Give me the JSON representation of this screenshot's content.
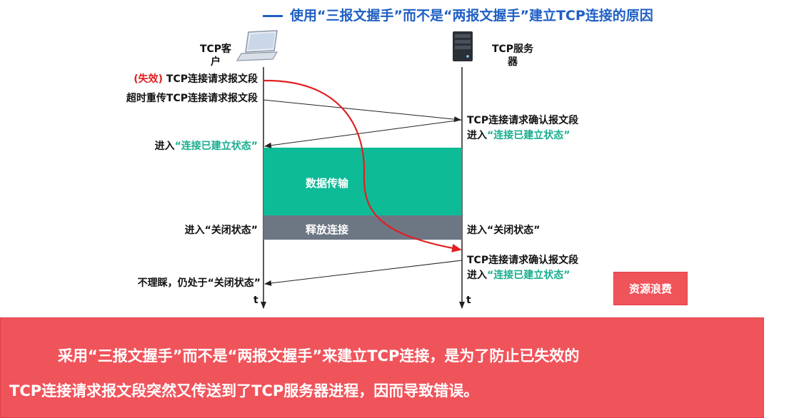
{
  "title": "使用“三报文握手”而不是“两报文握手”建立TCP连接的原因",
  "client": {
    "name_line1": "TCP客",
    "name_line2": "户",
    "icon": "laptop-icon"
  },
  "server": {
    "name_line1": "TCP服务",
    "name_line2": "器",
    "icon": "server-icon"
  },
  "client_labels": {
    "invalid_prefix": "(失效)",
    "request1": " TCP连接请求报文段",
    "request2": "超时重传TCP连接请求报文段",
    "enter_prefix": "进入",
    "established_state": "“连接已建立状态”",
    "closed_enter": "进入“关闭状态”",
    "ignore": "不理睬，仍处于“关闭状态”",
    "time_axis": "t"
  },
  "server_labels": {
    "confirm1": "TCP连接请求确认报文段",
    "enter_prefix1": "进入",
    "established1": "“连接已建立状态”",
    "closed_enter": "进入“关闭状态”",
    "confirm2": "TCP连接请求确认报文段",
    "enter_prefix2": "进入",
    "established2": "“连接已建立状态”",
    "time_axis": "t"
  },
  "bands": {
    "data_transfer": "数据传输",
    "release": "释放连接"
  },
  "waste_label": "资源浪费",
  "conclusion": {
    "line1": "采用“三报文握手”而不是“两报文握手”来建立TCP连接，是为了防止已失效的",
    "line2": "TCP连接请求报文段突然又传送到了TCP服务器进程，因而导致错误。"
  },
  "colors": {
    "title": "#1f5fc4",
    "highlight": "#1aae8f",
    "data_band": "#0dbb97",
    "release_band": "#6d7784",
    "red_arrow": "#e02020",
    "waste_box": "#f0545b"
  }
}
